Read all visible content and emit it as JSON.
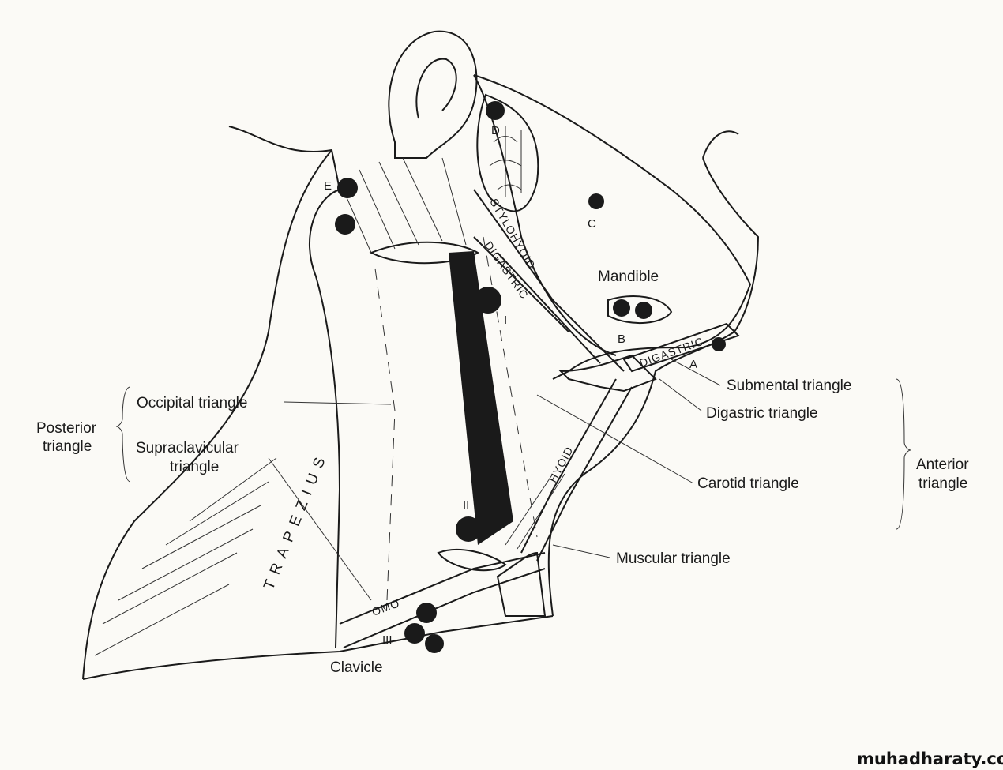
{
  "labels": {
    "posterior_triangle": [
      "Posterior",
      "triangle"
    ],
    "occipital_triangle": "Occipital triangle",
    "supraclavicular_triangle": [
      "Supraclavicular",
      "triangle"
    ],
    "submental_triangle": "Submental triangle",
    "digastric_triangle": "Digastric triangle",
    "carotid_triangle": "Carotid triangle",
    "anterior_triangle": [
      "Anterior",
      "triangle"
    ],
    "muscular_triangle": "Muscular triangle",
    "mandible": "Mandible",
    "clavicle": "Clavicle"
  },
  "muscles": {
    "trapezius": "TRAPEZIUS",
    "stylohyoid": "STYLOHYOID",
    "digastric_posterior": "DIGASTRIC",
    "digastric_anterior": "DIGASTRIC",
    "hyoid": "HYOID",
    "omo": "OMO"
  },
  "node_groups": {
    "A": "A",
    "B": "B",
    "C": "C",
    "D": "D",
    "E": "E",
    "I": "I",
    "II": "II",
    "III": "III"
  },
  "watermark": "muhadharaty.com"
}
